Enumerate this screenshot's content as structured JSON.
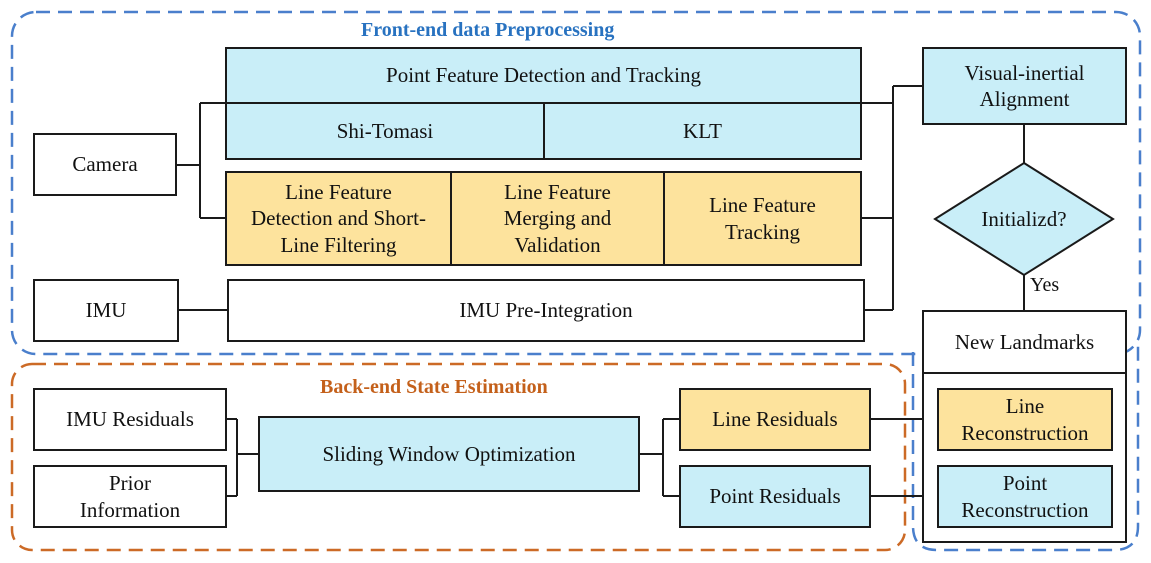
{
  "groups": {
    "frontend": "Front-end data  Preprocessing",
    "backend": "Back-end State Estimation"
  },
  "nodes": {
    "camera": "Camera",
    "imu": "IMU",
    "point_detection": "Point Feature Detection and Tracking",
    "shi_tomasi": "Shi-Tomasi",
    "klt": "KLT",
    "line_detection": "Line Feature\nDetection and  Short-\nLine Filtering",
    "line_merging": "Line Feature\nMerging and\nValidation",
    "line_tracking": "Line Feature\nTracking",
    "imu_preintegration": "IMU Pre-Integration",
    "vi_alignment": "Visual-inertial\nAlignment",
    "initialized": "Initializd?",
    "new_landmarks": "New Landmarks",
    "line_reconstruction": "Line\nReconstruction",
    "point_reconstruction": "Point\nReconstruction",
    "imu_residuals": "IMU Residuals",
    "prior_information": "Prior\nInformation",
    "sliding_window": "Sliding Window Optimization",
    "line_residuals": "Line Residuals",
    "point_residuals": "Point Residuals"
  },
  "edge_labels": {
    "yes": "Yes"
  },
  "colors": {
    "frontend_border": "#4a7fcc",
    "backend_border": "#cc6a26",
    "blue_fill": "#c9eef8",
    "yellow_fill": "#fde39d",
    "line": "#1a1a1a"
  }
}
